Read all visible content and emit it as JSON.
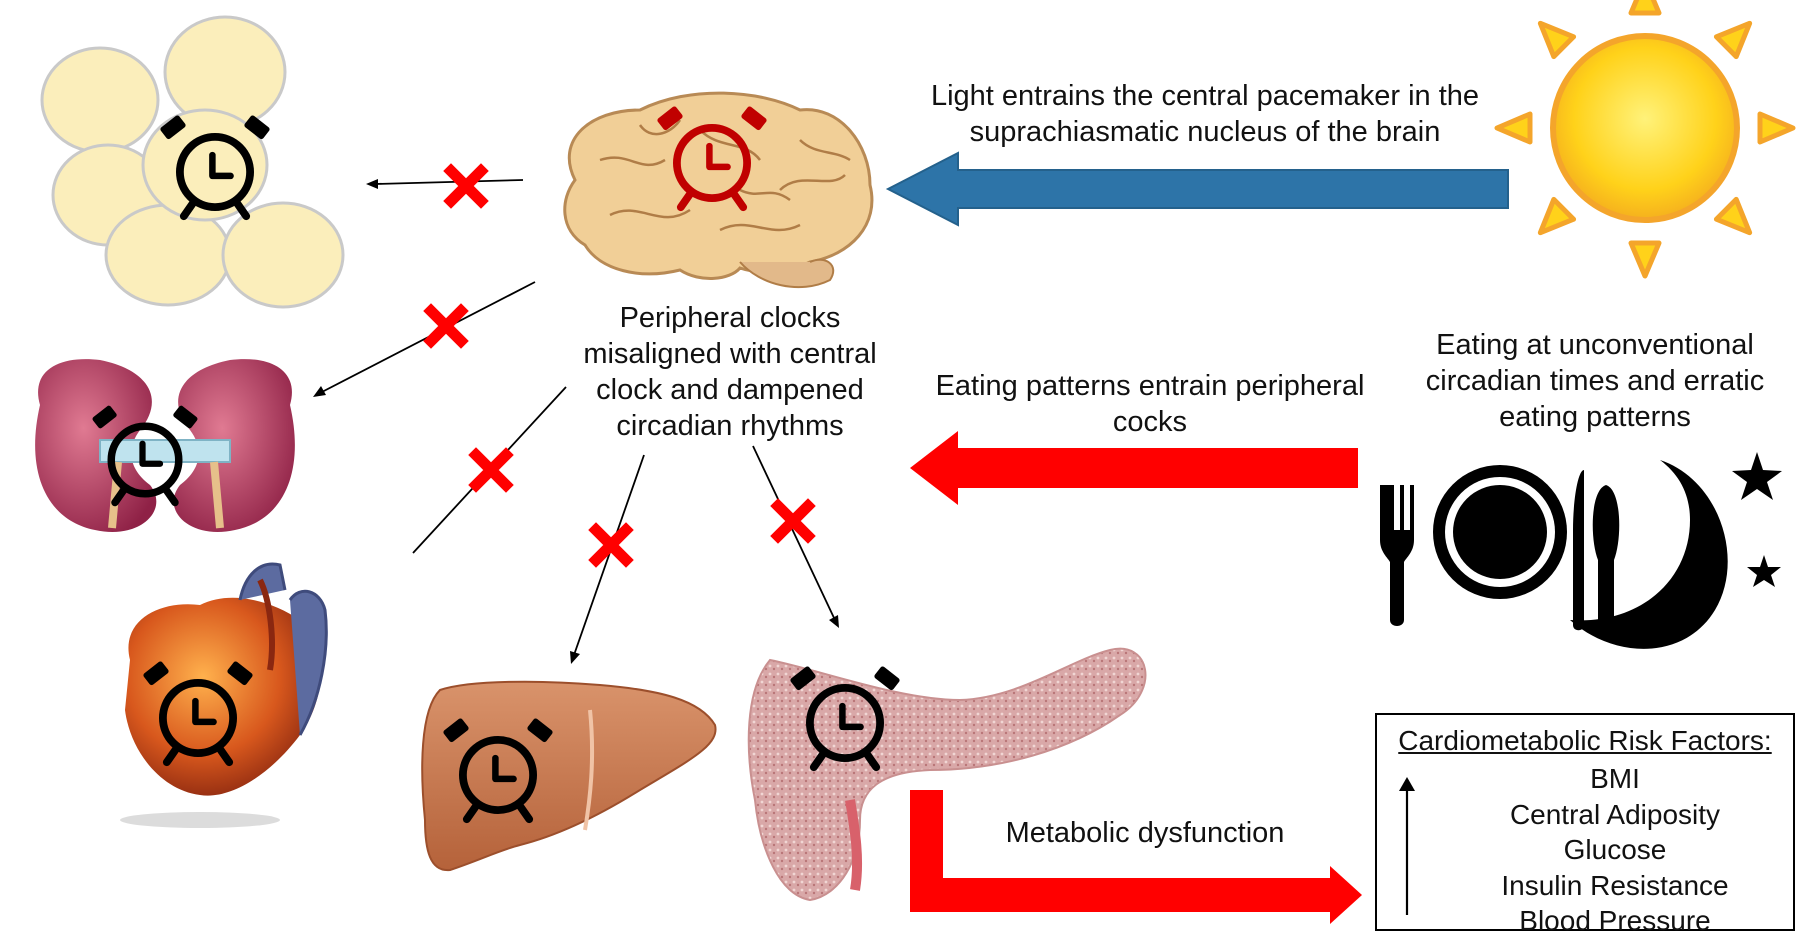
{
  "labels": {
    "light": [
      "Light entrains the central pacemaker in the",
      "suprachiasmatic nucleus of the brain"
    ],
    "peripheral": [
      "Peripheral clocks",
      "misaligned with central",
      "clock and dampened",
      "circadian rhythms"
    ],
    "eating_patterns": [
      "Eating patterns entrain peripheral",
      "cocks"
    ],
    "eating_times": [
      "Eating at unconventional",
      "circadian times and erratic",
      "eating patterns"
    ],
    "metabolic": "Metabolic dysfunction"
  },
  "risk_box": {
    "title": "Cardiometabolic Risk Factors:",
    "items": [
      "BMI",
      "Central Adiposity",
      "Glucose",
      "Insulin Resistance",
      "Blood Pressure"
    ]
  },
  "icons": {
    "brain": "brain-icon",
    "sun": "sun-icon",
    "adipose": "adipose-tissue-icon",
    "kidneys": "kidneys-icon",
    "heart": "heart-icon",
    "liver": "liver-icon",
    "pancreas": "pancreas-icon",
    "meal_night": "plate-cutlery-moon-icon",
    "clock": "alarm-clock-icon",
    "disrupted": "red-x-icon"
  },
  "colors": {
    "light_arrow": "#2d74a8",
    "food_arrow": "#ff0000",
    "sun": "#ffd21a",
    "sun_rays": "#f4a52b",
    "brain": "#f1cf97",
    "brain_clock": "#c00000",
    "adipose": "#fbeebb",
    "kidney": "#a8375a",
    "liver": "#c87a4e",
    "pancreas": "#d6a1a3",
    "cross": "#ff0000"
  }
}
